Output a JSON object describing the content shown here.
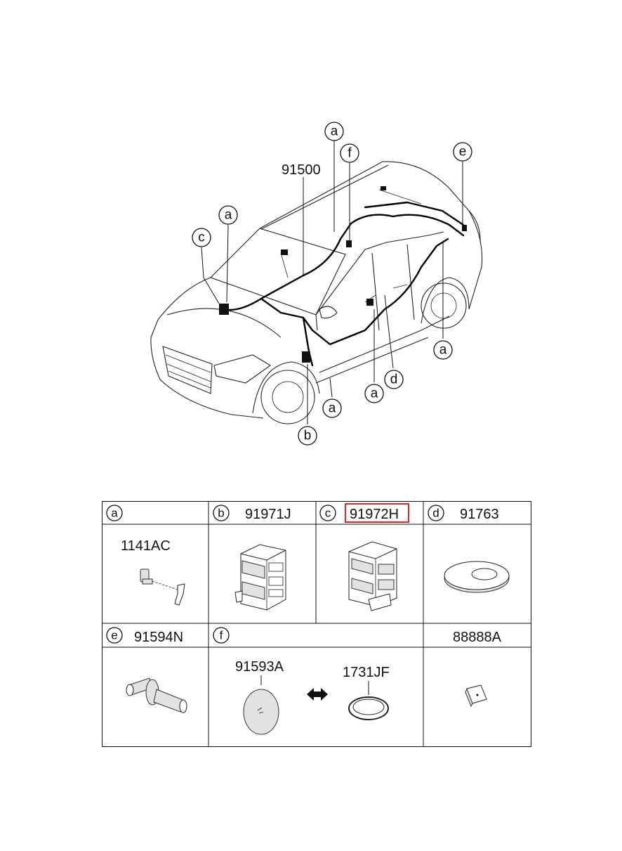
{
  "diagram": {
    "main_part": "91500",
    "callouts": [
      "a",
      "a",
      "a",
      "a",
      "a",
      "b",
      "c",
      "d",
      "e",
      "f"
    ]
  },
  "table": {
    "cells": [
      {
        "letter": "a",
        "header_part": "",
        "parts": [
          "1141AC"
        ]
      },
      {
        "letter": "b",
        "header_part": "91971J",
        "parts": []
      },
      {
        "letter": "c",
        "header_part": "91972H",
        "parts": [],
        "highlighted": true
      },
      {
        "letter": "d",
        "header_part": "91763",
        "parts": []
      },
      {
        "letter": "e",
        "header_part": "91594N",
        "parts": []
      },
      {
        "letter": "f",
        "header_part": "",
        "parts": [
          "91593A",
          "1731JF"
        ]
      },
      {
        "letter": "",
        "header_part": "88888A",
        "parts": []
      }
    ]
  },
  "colors": {
    "highlight": "#e0262b",
    "line": "#111111"
  }
}
